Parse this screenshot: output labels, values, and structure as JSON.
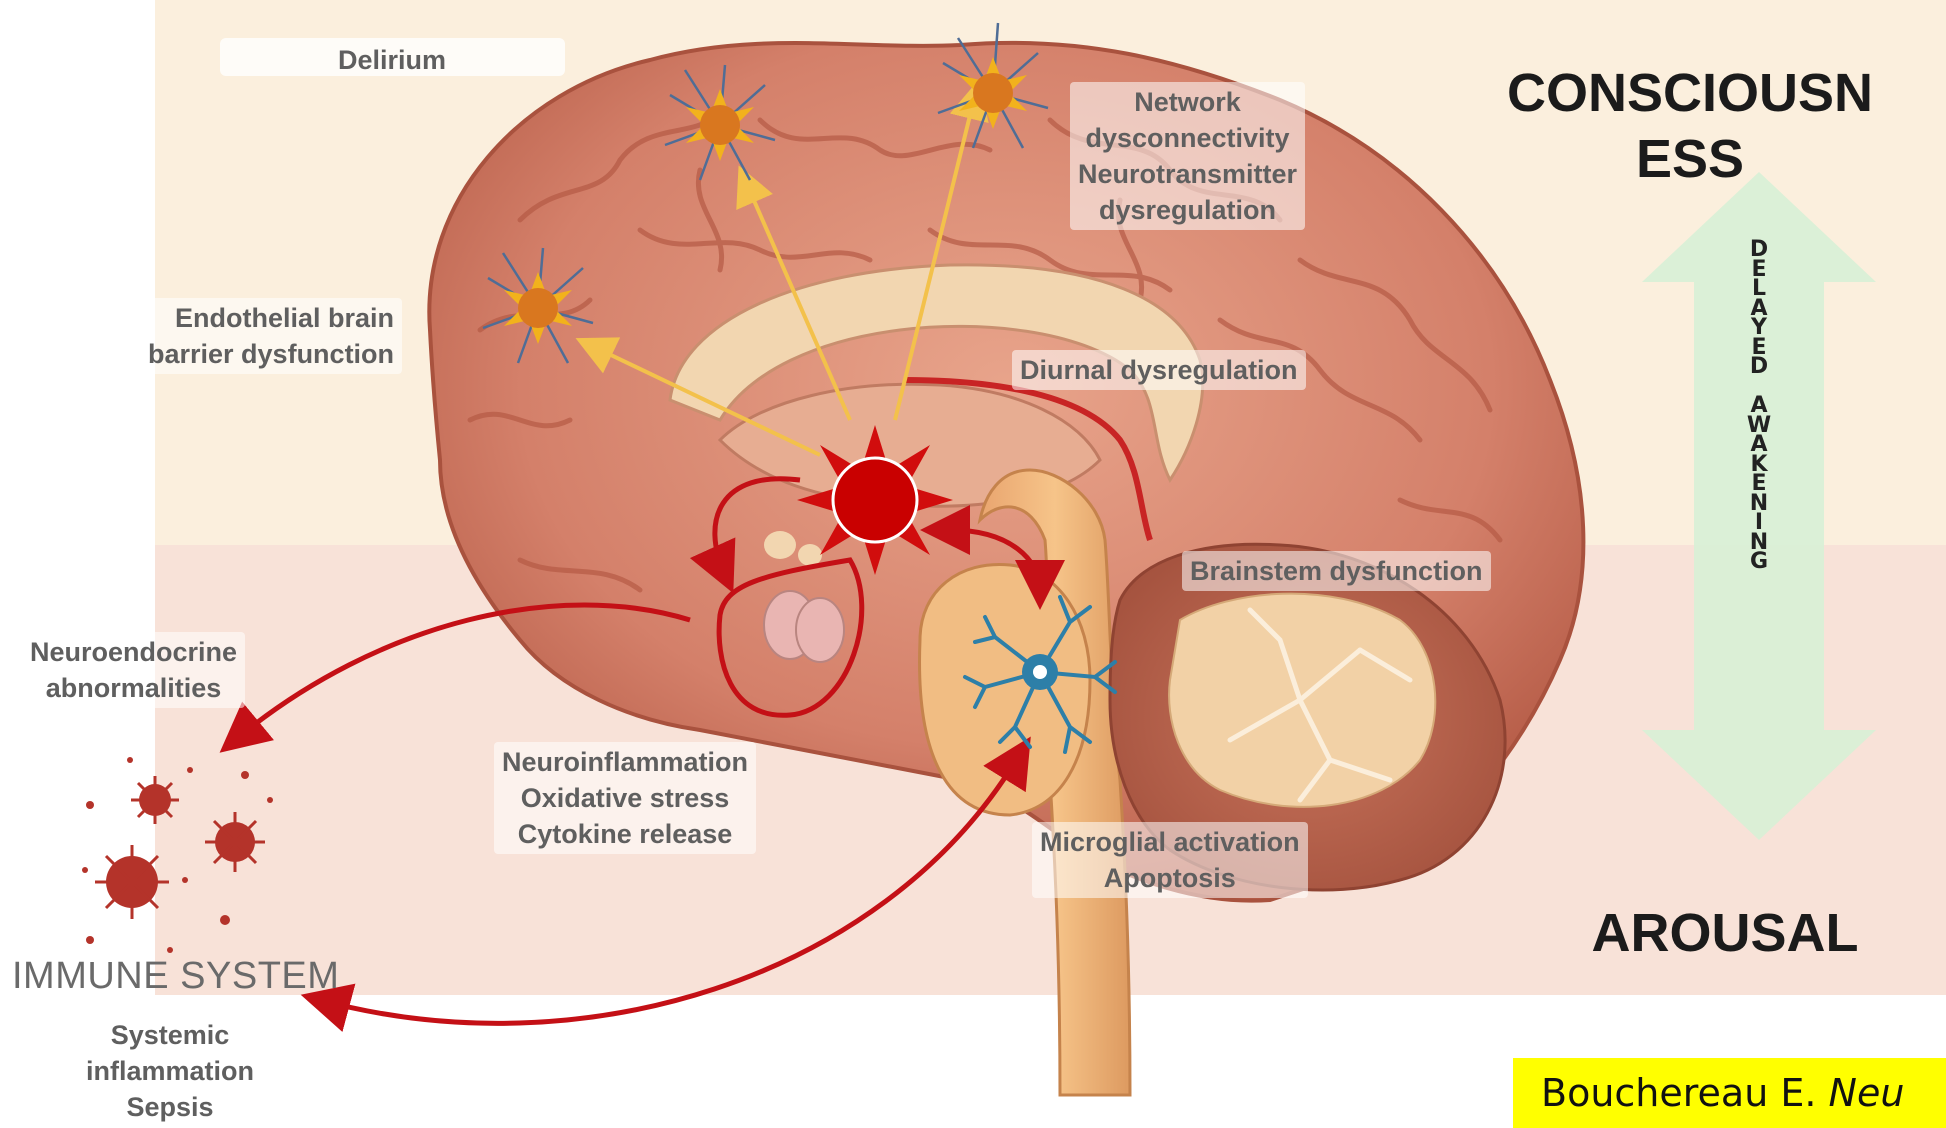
{
  "colors": {
    "upper_band": "#fbefdd",
    "lower_band": "#f8e2d8",
    "brain": "#d98a72",
    "brain_dark": "#b85c45",
    "hub_red": "#d10d0d",
    "yellow_arrow": "#f3c14b",
    "red_arrow": "#c41016",
    "arrow_green": "#d9efd6",
    "citation_bg": "#ffff00"
  },
  "icons": [
    "neuron-icon",
    "microglia-icon",
    "virus-icon",
    "inflammation-burst-icon"
  ],
  "zones": {
    "top": "Delirium"
  },
  "labels": {
    "endothelial": [
      "Endothelial brain",
      "barrier dysfunction"
    ],
    "network": [
      "Network",
      "dysconnectivity",
      "Neurotransmitter",
      "dysregulation"
    ],
    "diurnal": "Diurnal dysregulation",
    "brainstem": "Brainstem dysfunction",
    "neuroendocrine": [
      "Neuroendocrine",
      "abnormalities"
    ],
    "neuroinflammation": [
      "Neuroinflammation",
      "Oxidative stress",
      "Cytokine release"
    ],
    "microglial": [
      "Microglial activation",
      "Apoptosis"
    ],
    "immune_system": "IMMUNE SYSTEM",
    "systemic": [
      "Systemic",
      "inflammation",
      "Sepsis"
    ]
  },
  "axis": {
    "top": [
      "CONSCIOUSN",
      "ESS"
    ],
    "bottom": "AROUSAL",
    "arrow_text": "DELAYED AWAKENING"
  },
  "citation": {
    "author": "Bouchereau E. ",
    "journal": "Neu"
  }
}
